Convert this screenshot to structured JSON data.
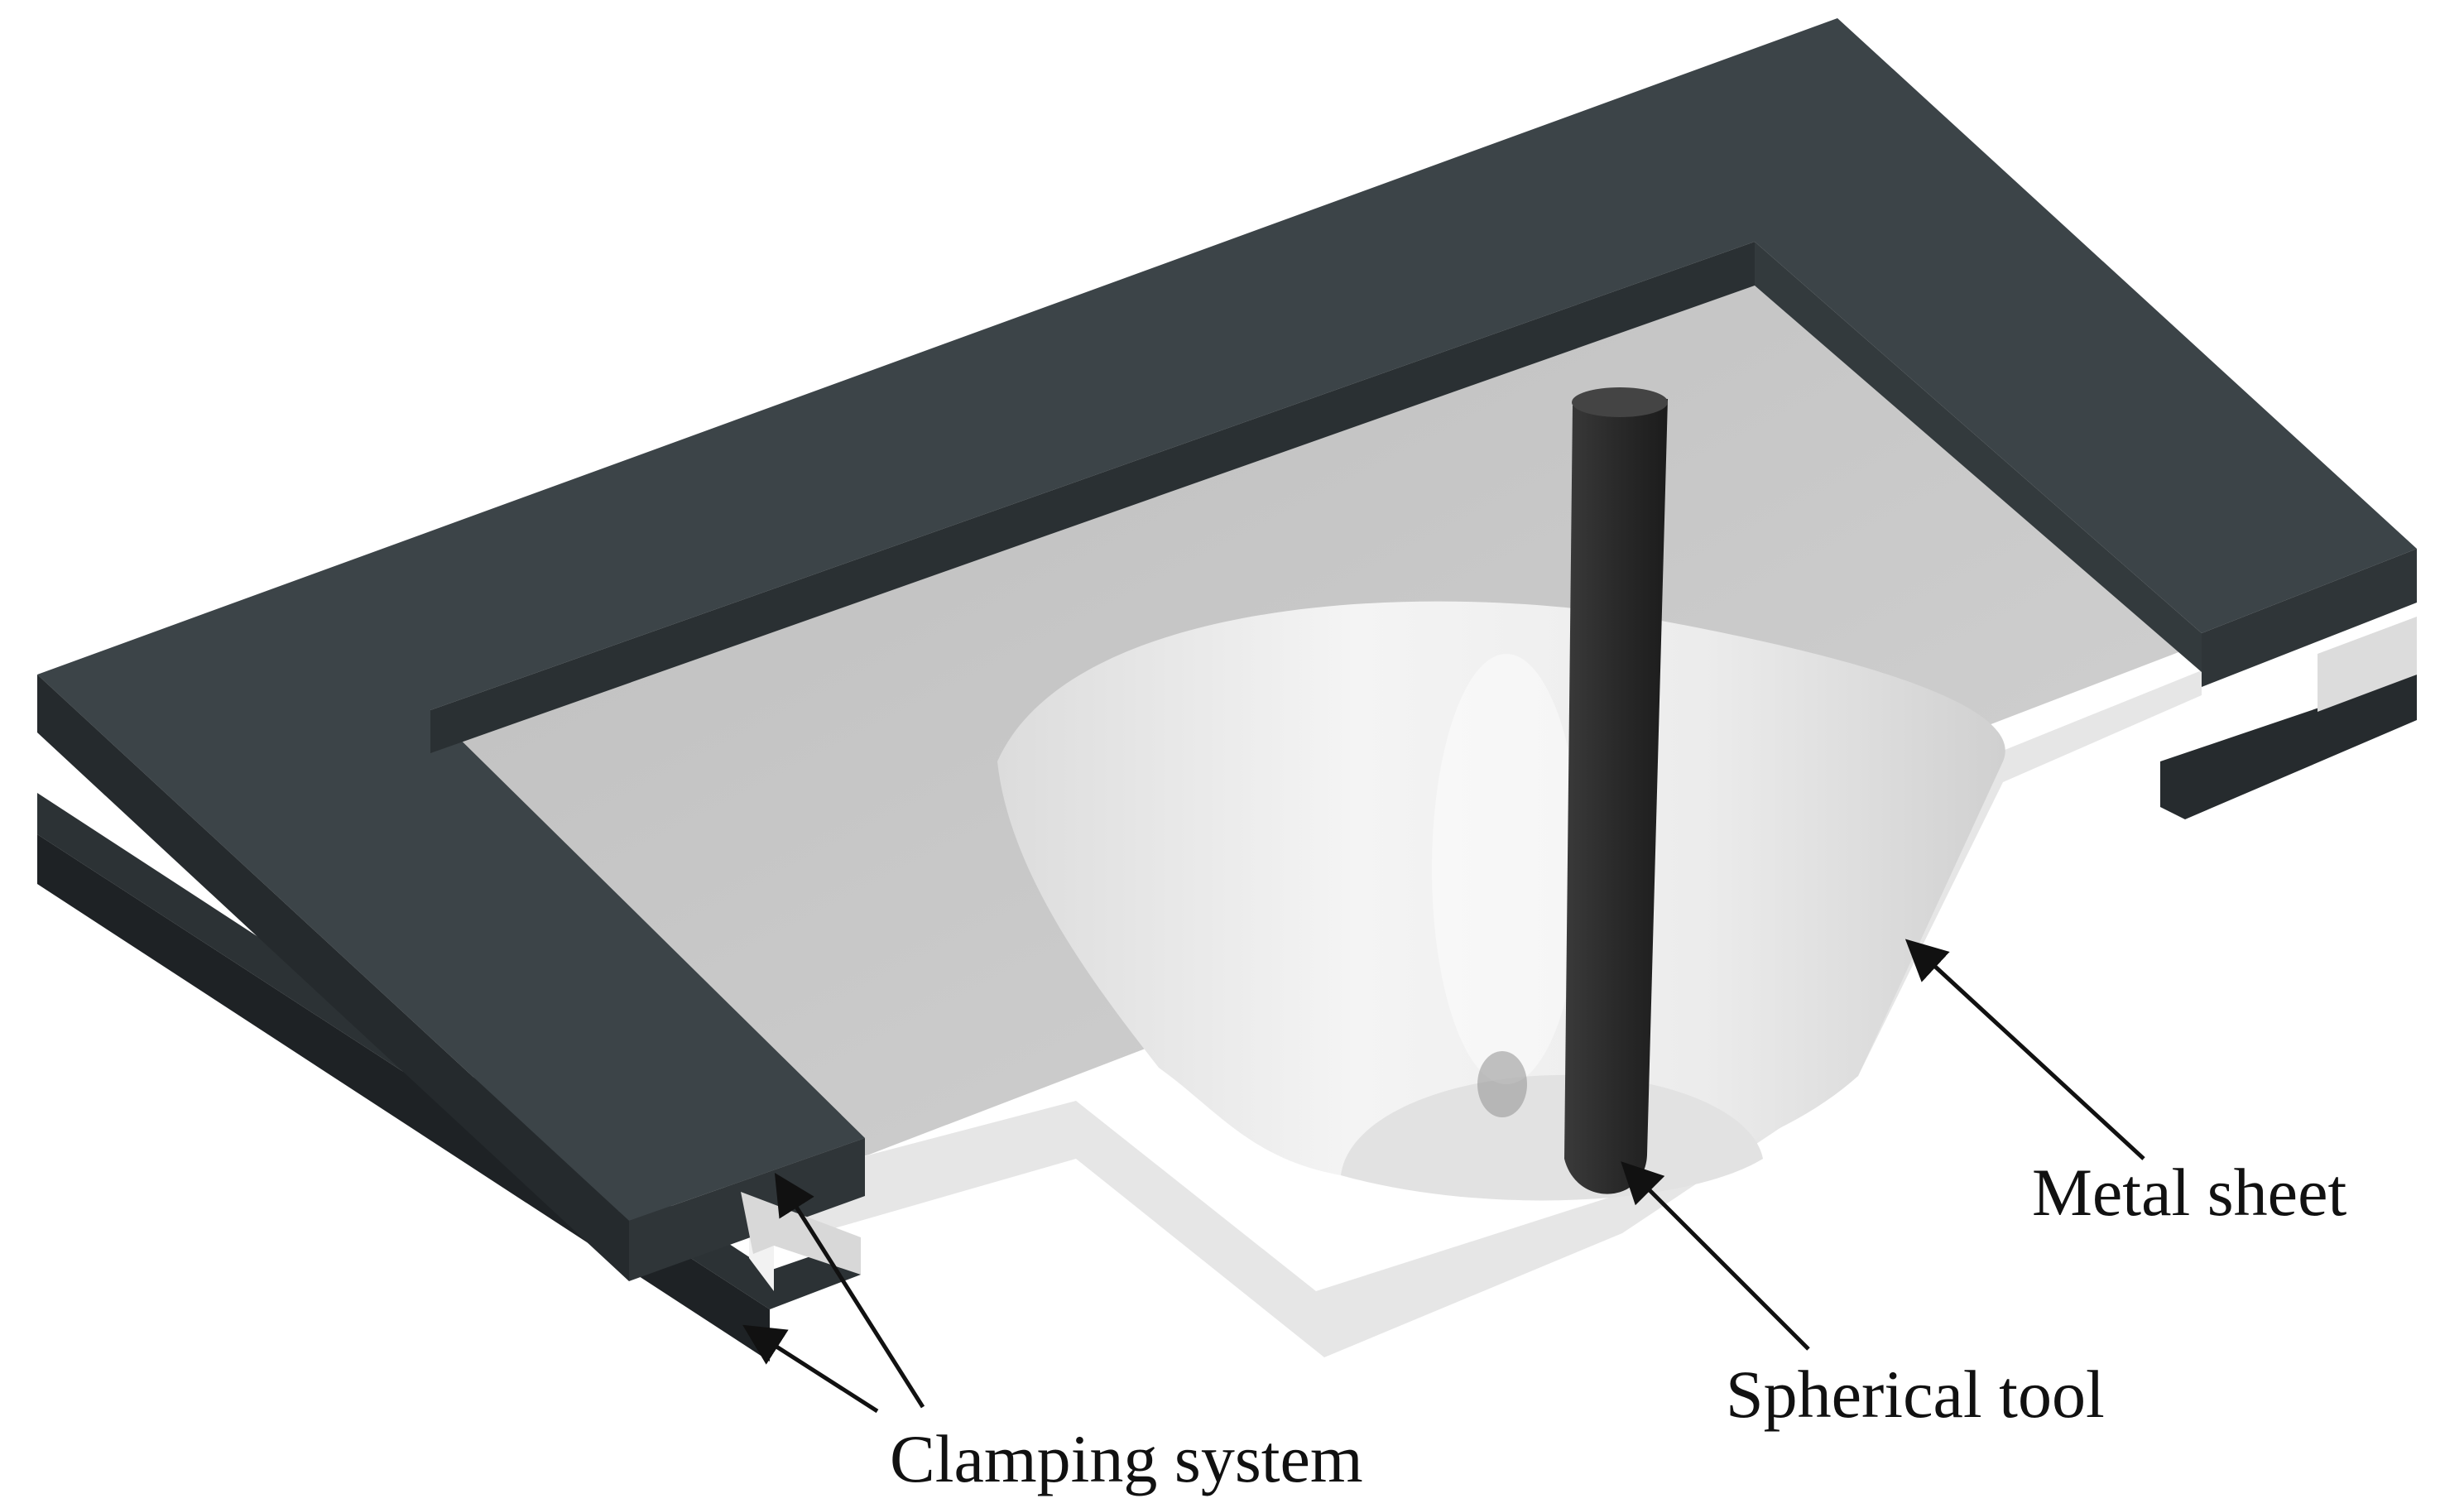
{
  "labels": {
    "metal_sheet": "Metal sheet",
    "spherical_tool": "Spherical tool",
    "clamping_system": "Clamping system"
  },
  "colors": {
    "clamp_top": "#3b4246",
    "clamp_front": "#24292c",
    "clamp_side": "#2e3437",
    "sheet_flat": "#c7c7c7",
    "sheet_edge": "#e9e9e9",
    "cone_light": "#f1f1f1",
    "cone_shade": "#d7d7d7",
    "tool": "#2f2f2f",
    "text": "#111111"
  }
}
